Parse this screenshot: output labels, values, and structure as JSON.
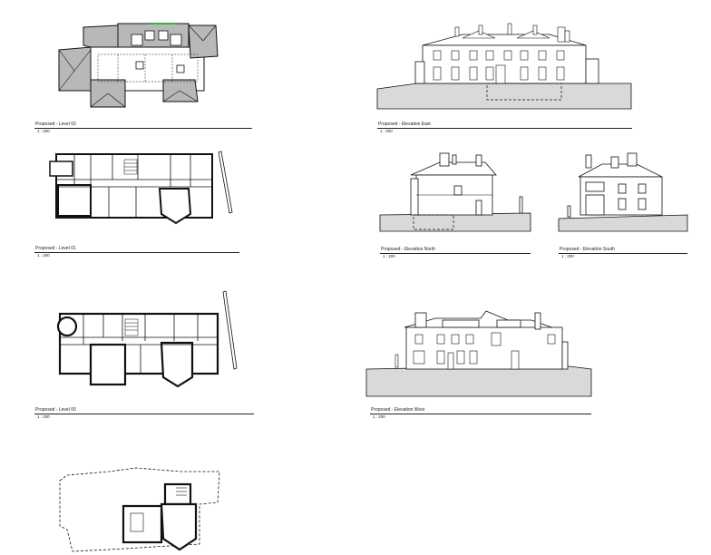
{
  "sheet": {
    "views": [
      {
        "id": "level02",
        "name": "Proposed - Level 02",
        "scale": "1 : 200"
      },
      {
        "id": "elev_east",
        "name": "Proposed - Elevation East",
        "scale": "1 : 200"
      },
      {
        "id": "level01",
        "name": "Proposed - Level 01",
        "scale": "1 : 200"
      },
      {
        "id": "elev_north",
        "name": "Proposed - Elevation North",
        "scale": "1 : 200"
      },
      {
        "id": "elev_south",
        "name": "Proposed - Elevation South",
        "scale": "1 : 200"
      },
      {
        "id": "level00",
        "name": "Proposed - Level 00",
        "scale": "1 : 200"
      },
      {
        "id": "elev_west",
        "name": "Proposed - Elevation West",
        "scale": "1 : 200"
      }
    ]
  },
  "colors": {
    "line": "#111111",
    "roof_fill": "#b8b8b8",
    "ground_fill": "#d9d9d9",
    "wall_fill": "#6e6e6e",
    "accent": "#3cb043"
  }
}
